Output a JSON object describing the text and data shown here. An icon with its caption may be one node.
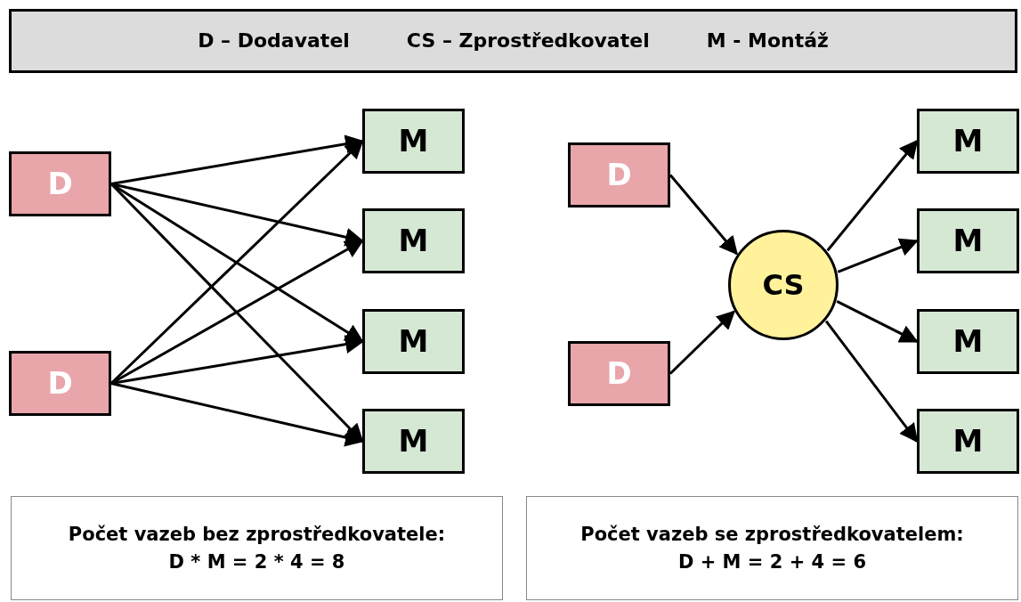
{
  "diagram": {
    "nodes": [
      {
        "text": [
          "D – Dodavatel",
          "CS – Zprostředkovatel",
          "M - Montáž"
        ]
      },
      {
        "text": [
          "D"
        ]
      },
      {
        "text": [
          "D"
        ]
      },
      {
        "text": [
          "M"
        ]
      },
      {
        "text": [
          "M"
        ]
      },
      {
        "text": [
          "M"
        ]
      },
      {
        "text": [
          "M"
        ]
      },
      {
        "text": [
          "D"
        ]
      },
      {
        "text": [
          "D"
        ]
      },
      {
        "text": [
          "CS"
        ]
      },
      {
        "text": [
          "M"
        ]
      },
      {
        "text": [
          "M"
        ]
      },
      {
        "text": [
          "M"
        ]
      },
      {
        "text": [
          "M"
        ]
      },
      {
        "text": [
          "Počet vazeb bez zprostředkovatele:",
          "D * M = 2 * 4 = 8"
        ]
      },
      {
        "text": [
          "Počet vazeb se zprostředkovatelem:",
          "D + M = 2 + 4 = 6"
        ]
      }
    ],
    "edges": [
      {
        "from": 1,
        "to": 3,
        "arrow": "to"
      },
      {
        "from": 1,
        "to": 4,
        "arrow": "to"
      },
      {
        "from": 1,
        "to": 5,
        "arrow": "to"
      },
      {
        "from": 1,
        "to": 6,
        "arrow": "to"
      },
      {
        "from": 2,
        "to": 3,
        "arrow": "to"
      },
      {
        "from": 2,
        "to": 4,
        "arrow": "to"
      },
      {
        "from": 2,
        "to": 5,
        "arrow": "to"
      },
      {
        "from": 2,
        "to": 6,
        "arrow": "to"
      },
      {
        "from": 7,
        "to": 9,
        "arrow": "to"
      },
      {
        "from": 8,
        "to": 9,
        "arrow": "to"
      },
      {
        "from": 9,
        "to": 10,
        "arrow": "to"
      },
      {
        "from": 9,
        "to": 11,
        "arrow": "to"
      },
      {
        "from": 9,
        "to": 12,
        "arrow": "to"
      },
      {
        "from": 9,
        "to": 13,
        "arrow": "to"
      }
    ]
  }
}
